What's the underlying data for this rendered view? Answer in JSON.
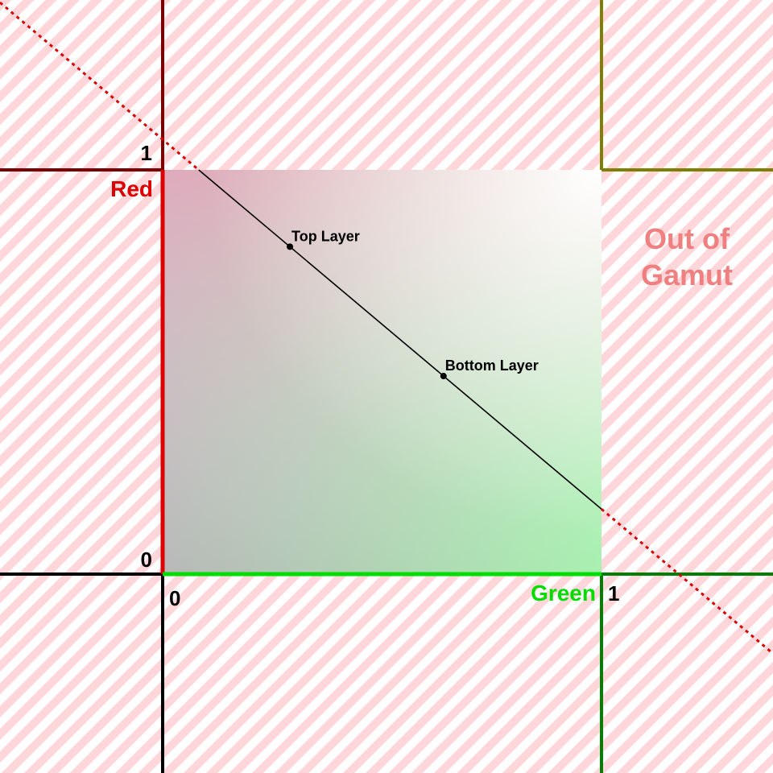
{
  "axes": {
    "x": {
      "label": "Green",
      "color": "#00dd00",
      "tick_min": "0",
      "tick_max": "1"
    },
    "y": {
      "label": "Red",
      "color": "#dd0000",
      "tick_min": "0",
      "tick_max": "1"
    }
  },
  "out_of_gamut": {
    "line1": "Out of",
    "line2": "Gamut",
    "color": "#f08080",
    "hatch_color": "#ffd6da"
  },
  "points": [
    {
      "label": "Top Layer",
      "green": 0.29,
      "red": 0.81
    },
    {
      "label": "Bottom Layer",
      "green": 0.64,
      "red": 0.49
    }
  ],
  "line": {
    "color": "#000000",
    "extension_color": "#dd0000",
    "extension_style": "dotted"
  },
  "gradient": {
    "bottom_left": "#b8b8b8",
    "top_left": "#f8b8cc",
    "bottom_right": "#a8f0b0",
    "top_right": "#ffffff"
  }
}
